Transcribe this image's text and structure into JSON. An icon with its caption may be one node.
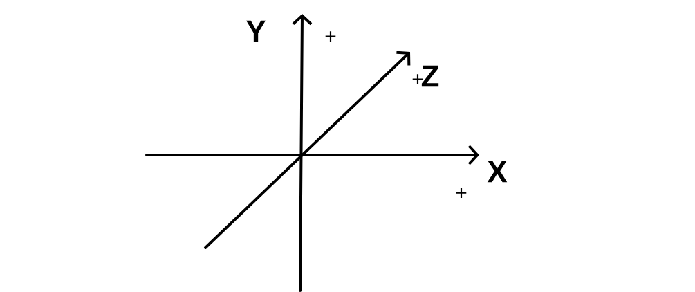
{
  "diagram": {
    "labels": [
      "Y",
      "+",
      "+",
      "Z",
      "X",
      "+"
    ]
  }
}
